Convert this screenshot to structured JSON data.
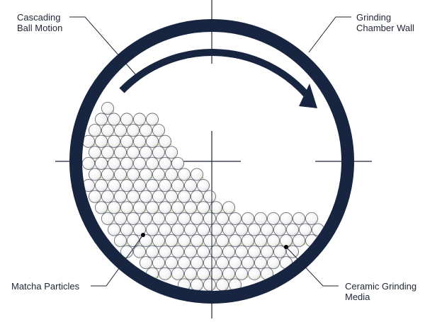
{
  "labels": {
    "cascading_ball_motion": [
      "Cascading",
      "Ball Motion"
    ],
    "grinding_chamber_wall": [
      "Grinding",
      "Chamber Wall"
    ],
    "matcha_particles": [
      "Matcha Particles"
    ],
    "ceramic_grinding_media": [
      "Ceramic Grinding",
      "Media"
    ]
  },
  "colors": {
    "chamber_wall": "#182541",
    "arrow": "#182541",
    "crosshair": "#1e2533",
    "leader_line": "#1e2533",
    "ball_fill": "#ffffff",
    "ball_stroke": "#6b6f76",
    "particle": "#8bbf4a",
    "marker_dot": "#000000"
  },
  "icons": {
    "motion_arrow": "curved-arrow-clockwise"
  }
}
